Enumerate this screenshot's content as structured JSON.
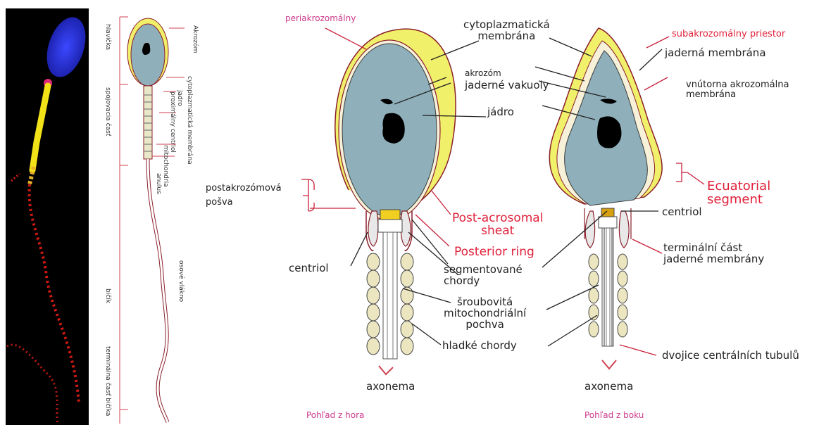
{
  "colors": {
    "head_fill": "#8fb0bb",
    "acrosome": "#f1f06a",
    "outline": "#8a1f2a",
    "accent_red": "#e0213a",
    "caption_pink": "#cc3a8c"
  },
  "micrograph": {
    "head_color": "#1f2bd8",
    "midpiece_color": "#f2e218",
    "tail_color": "#d31a12"
  },
  "small_diagram": {
    "left_labels": [
      "hlavička",
      "spojovacia časť",
      "bičík",
      "terminálna časť bičíka"
    ],
    "right_labels": [
      "Akrozóm",
      "cytoplazmatická membrána",
      "jadro",
      "proximálny centriol",
      "mitochondria",
      "anulus",
      "osové vlákno"
    ]
  },
  "labels": {
    "periakrozomalny": "periakrozomálny",
    "cytoplazmaticka": "cytoplazmatická\nmembrána",
    "akrozom": "akrozóm",
    "jaderne_vakuoly": "jaderné vakuoly",
    "jadro": "jádro",
    "subakrozomalny": "subakrozomálny priestor",
    "jaderna_membrana": "jaderná membrána",
    "vnutorna": "vnútorna akrozomálna\nmembrána",
    "postakrozomova": "postakrozómová\npošva",
    "ecuatorial": "Ecuatorial segment",
    "post_acrosomal": "Post-acrosomal\nsheat",
    "centriol_right": "centriol",
    "posterior_ring": "Posterior ring",
    "terminalni": "terminální část\njaderné membrány",
    "centriol_left": "centriol",
    "segmentovane": "segmentované\nchordy",
    "sroubovita": "šroubovitá\nmitochondriální\npochva",
    "hladke": "hladké chordy",
    "dvojice": "dvojice centrálních tubulů",
    "axonema_left": "axonema",
    "axonema_right": "axonema"
  },
  "captions": {
    "top_view": "Pohľad z hora",
    "side_view": "Pohľad z boku"
  }
}
